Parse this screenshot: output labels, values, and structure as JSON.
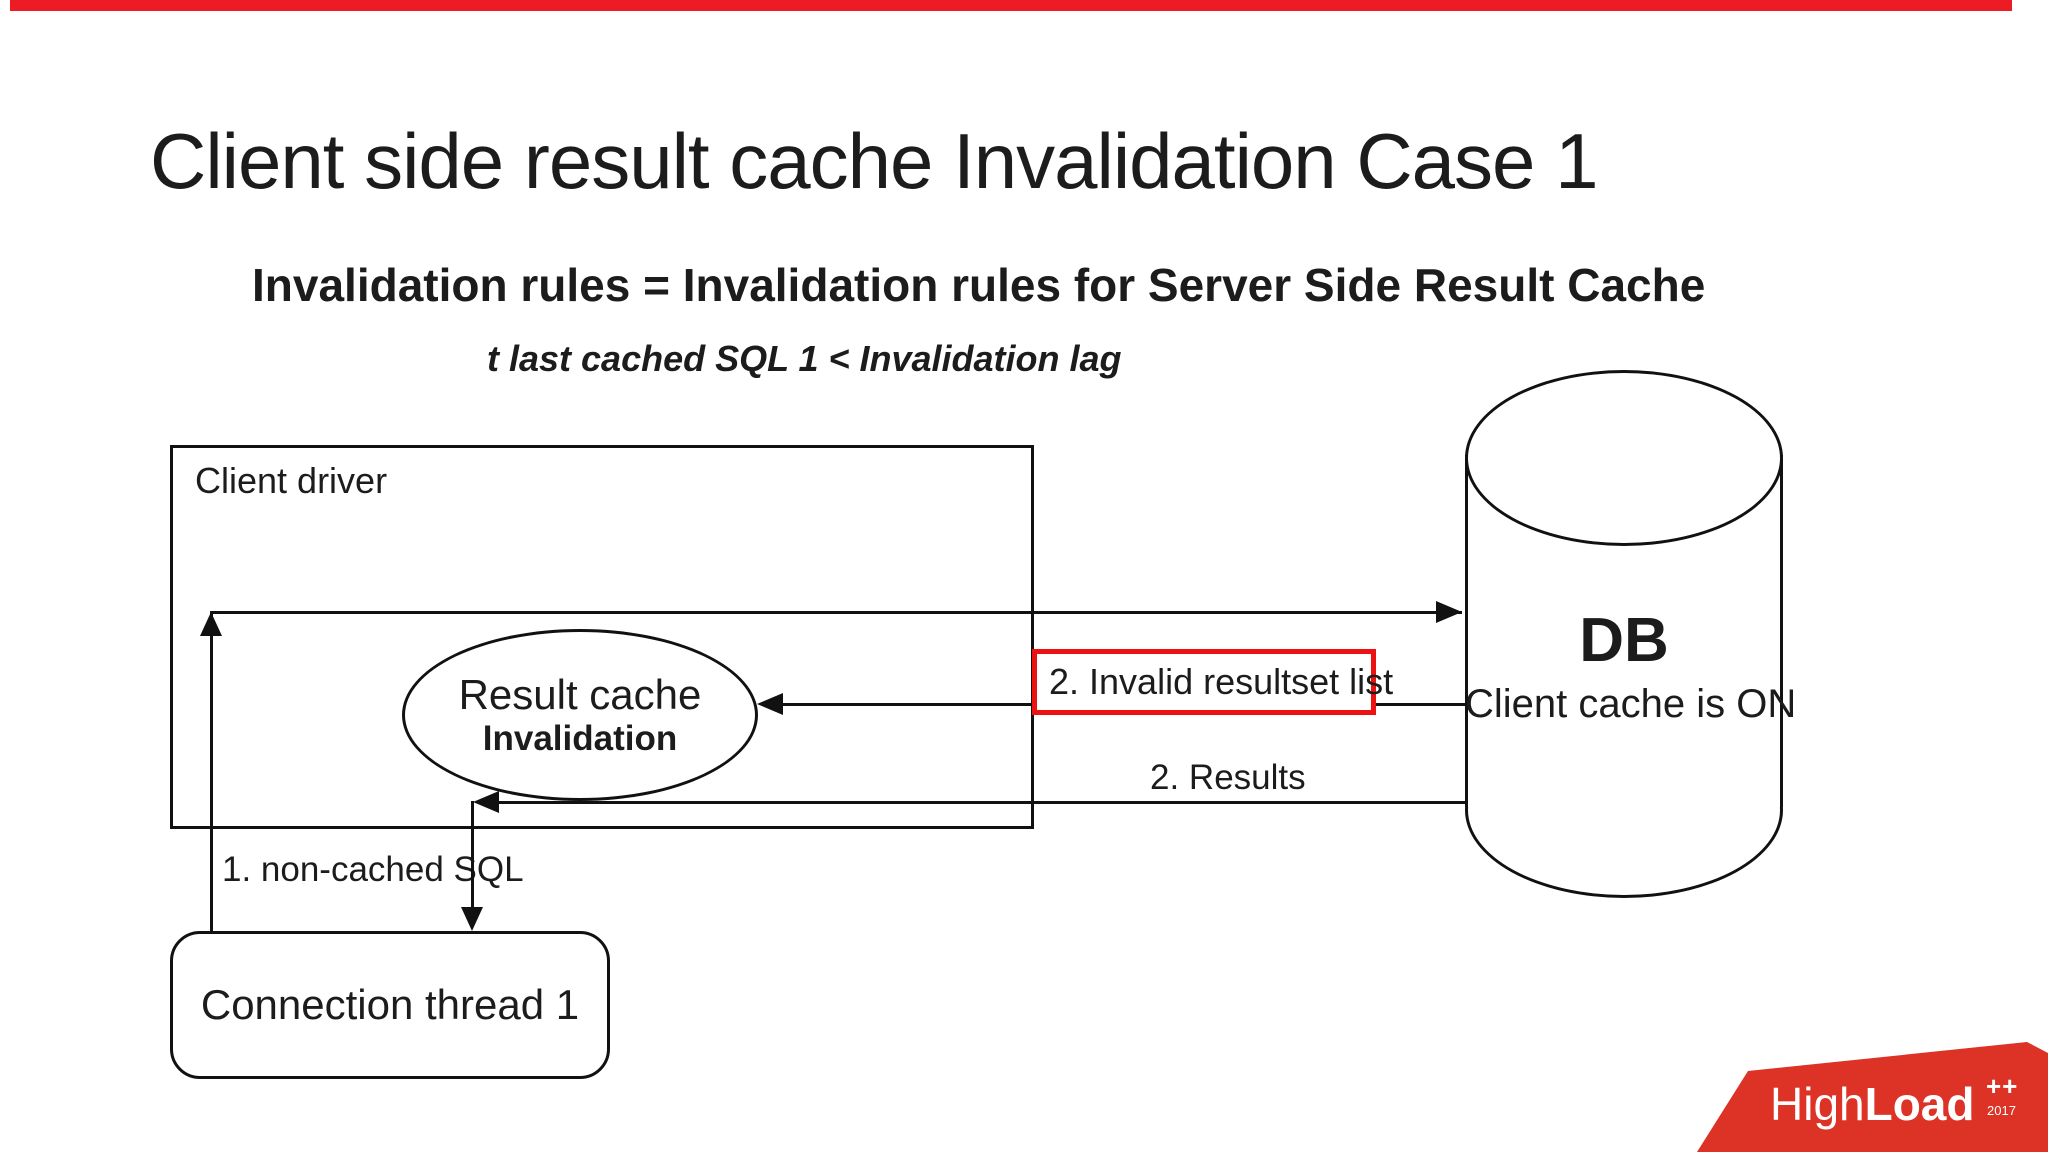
{
  "colors": {
    "accent_red": "#ed1c24",
    "highlight_red": "#ee1111",
    "logo_red": "#dd3226",
    "stroke": "#111111"
  },
  "slide": {
    "title": "Client side result cache Invalidation Case 1",
    "subtitle": "Invalidation rules = Invalidation rules for Server Side Result Cache",
    "formula": "t last cached SQL 1 < Invalidation lag"
  },
  "diagram": {
    "client_driver": {
      "label": "Client driver"
    },
    "result_cache": {
      "line1": "Result cache",
      "line2": "Invalidation"
    },
    "db": {
      "name": "DB",
      "status": "Client cache is ON"
    },
    "connection_thread": {
      "label": "Connection thread 1"
    },
    "arrows": {
      "non_cached_sql_label": "1. non-cached SQL",
      "invalid_resultset_label": "2. Invalid resultset list",
      "results_label": "2. Results"
    }
  },
  "logo": {
    "brand_light": "High",
    "brand_bold": "Load",
    "plus": "++",
    "year": "2017"
  }
}
